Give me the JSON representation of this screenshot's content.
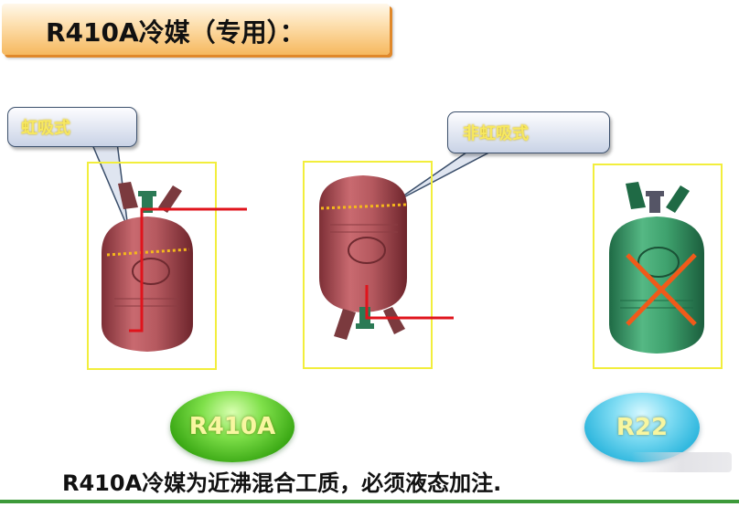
{
  "title": "R410A冷媒（专用）：",
  "callouts": {
    "siphon": "虹吸式",
    "non_siphon": "非虹吸式"
  },
  "cylinders": [
    {
      "name": "siphon-cylinder",
      "color": "#b5595f"
    },
    {
      "name": "inverted-cylinder",
      "color": "#b5595f"
    },
    {
      "name": "r22-cylinder",
      "color": "#3fa26e",
      "crossed": true
    }
  ],
  "buttons": {
    "r410a_label": "R410A",
    "r22_label": "R22"
  },
  "caption": "R410A冷媒为近沸混合工质，必须液态加注.",
  "colors": {
    "frame": "#f2ee3c",
    "pipe": "#e0141c",
    "cross": "#f05a1a",
    "dotted_line": "#f5b81c",
    "r410a_button": "#4cc21e",
    "r22_button": "#38c6e6",
    "accent_rule": "#3d9a3a"
  }
}
